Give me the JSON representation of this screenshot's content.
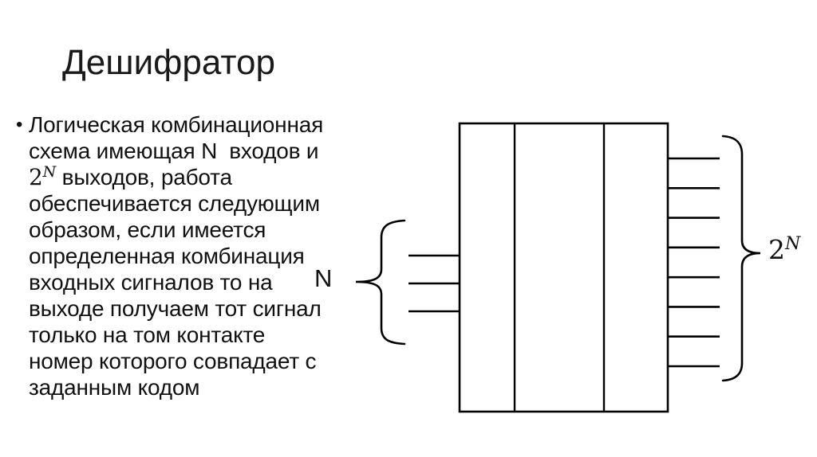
{
  "title": "Дешифратор",
  "body": {
    "bullet": "•",
    "lines_before": [
      "Логическая комбинационная",
      "схема имеющая N  входов и"
    ],
    "formula": {
      "base": "2",
      "exp": "N",
      "rest": " выходов, работа"
    },
    "lines_after": [
      "обеспечивается следующим",
      "образом, если имеется",
      "определенная комбинация",
      "входных сигналов то на",
      "выходе получаем тот сигнал",
      "только на том контакте",
      "номер которого совпадает с",
      "заданным кодом"
    ]
  },
  "diagram": {
    "input_label": "N",
    "output_label_base": "2",
    "output_label_exp": "N",
    "input_count": 3,
    "output_count": 8,
    "stroke_color": "#000000"
  },
  "colors": {
    "background": "#ffffff",
    "text": "#1a1a1a"
  }
}
